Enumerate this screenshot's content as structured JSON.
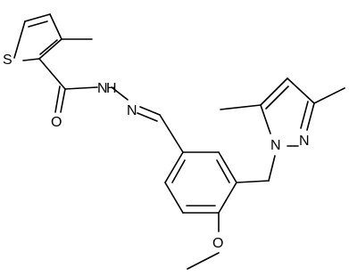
{
  "structure": {
    "atom_labels": {
      "sulfur": "S",
      "carbonyl_oxygen": "O",
      "hydrazide_nh": "N",
      "hydrazide_h": "H",
      "hydrazone_n": "N",
      "pyrazole_n1": "N",
      "pyrazole_n2": "N",
      "ether_oxygen": "O"
    }
  }
}
